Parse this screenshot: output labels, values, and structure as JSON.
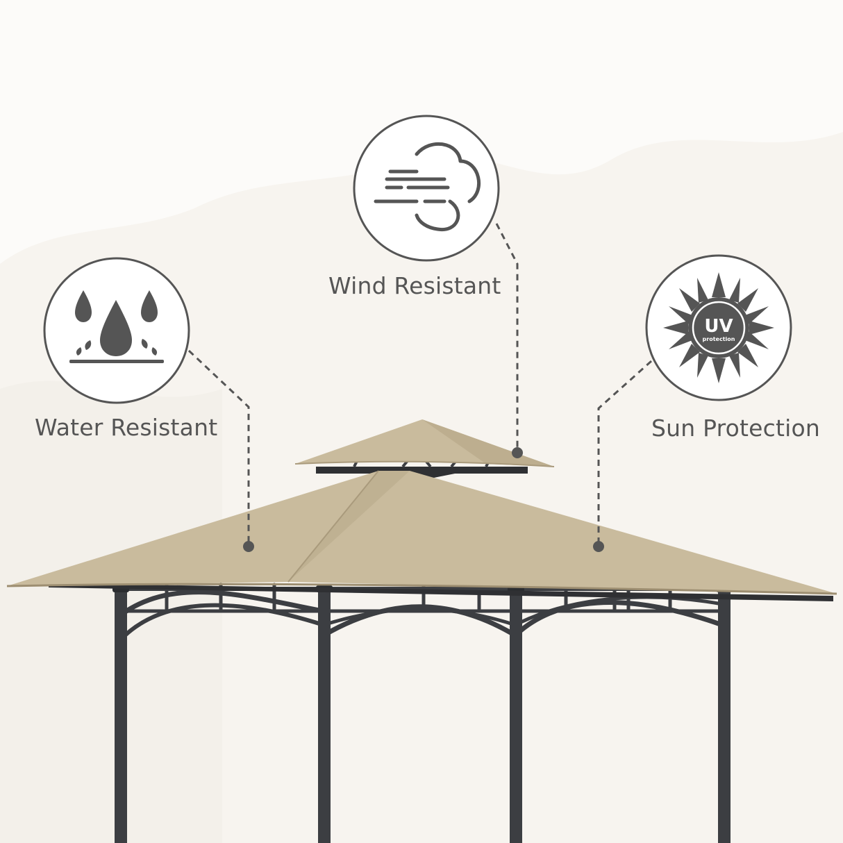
{
  "features": [
    {
      "id": "wind",
      "label": "Wind Resistant",
      "icon": "wind-cloud-icon"
    },
    {
      "id": "water",
      "label": "Water Resistant",
      "icon": "water-drops-icon"
    },
    {
      "id": "sun",
      "label": "Sun Protection",
      "icon": "uv-sun-icon",
      "badge_title": "UV",
      "badge_subtitle": "protection"
    }
  ],
  "colors": {
    "background": "#f7f4ef",
    "canopy": "#c9bb9d",
    "canopy_shade": "#b9aa8b",
    "frame": "#3c3e42",
    "icon": "#555555"
  }
}
